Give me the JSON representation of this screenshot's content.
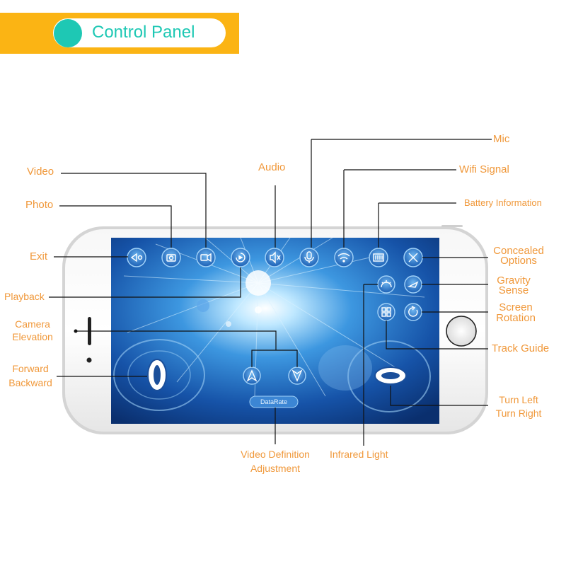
{
  "header": {
    "title": "Control Panel"
  },
  "colors": {
    "header_bg": "#fbb414",
    "accent": "#1ec8b4",
    "label": "#f0983a",
    "screen_dark": "#0a3a78",
    "screen_light": "#8fd0ff"
  },
  "screen": {
    "data_rate_label": "DataRate"
  },
  "labels": {
    "mic": "Mic",
    "video": "Video",
    "audio": "Audio",
    "wifi_signal": "Wifi Signal",
    "photo": "Photo",
    "battery_information": "Battery Information",
    "exit": "Exit",
    "concealed_options_1": "Concealed",
    "concealed_options_2": "Options",
    "playback": "Playback",
    "gravity_sense_1": "Gravity",
    "gravity_sense_2": "Sense",
    "screen_rotation_1": "Screen",
    "screen_rotation_2": "Rotation",
    "camera_elevation_1": "Camera",
    "camera_elevation_2": "Elevation",
    "track_guide": "Track Guide",
    "forward_backward_1": "Forward",
    "forward_backward_2": "Backward",
    "turn_left": "Turn Left",
    "turn_right": "Turn Right",
    "video_definition_1": "Video Definition",
    "video_definition_2": "Adjustment",
    "infrared_light": "Infrared Light"
  },
  "icons": [
    "exit-icon",
    "photo-icon",
    "video-icon",
    "playback-icon",
    "audio-mute-icon",
    "mic-icon",
    "wifi-icon",
    "battery-icon",
    "tools-icon",
    "infrared-icon",
    "gravity-icon",
    "track-guide-icon",
    "rotation-icon",
    "forward-backward-joystick-icon",
    "turn-joystick-icon",
    "up-arrow-icon",
    "down-arrow-icon"
  ]
}
